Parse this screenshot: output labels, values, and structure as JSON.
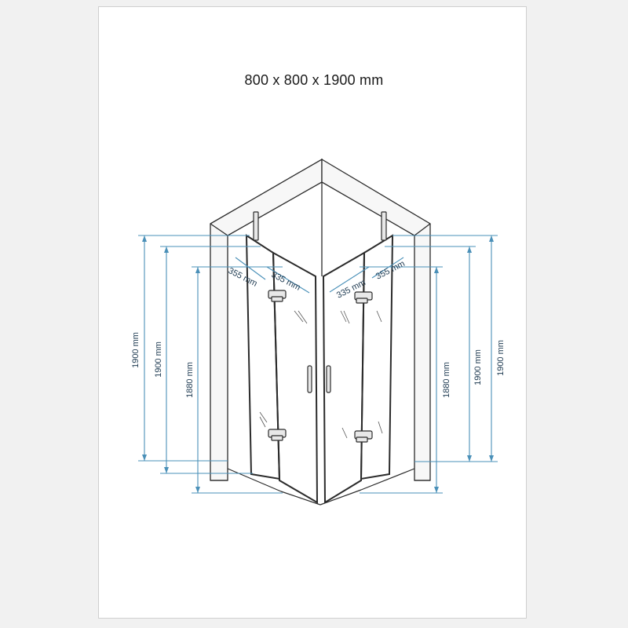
{
  "title": "800 x 800 x 1900 mm",
  "colors": {
    "sheet": "#ffffff",
    "wall_fill": "#f7f7f7",
    "outline": "#2b2b2b",
    "dimension": "#4a90b8",
    "dimension_text": "#1f3b52"
  },
  "dimensions": {
    "left_outer_height": "1900 mm",
    "left_inner_height": "1900 mm",
    "left_door_height": "1880 mm",
    "right_door_height": "1880 mm",
    "right_inner_height": "1900 mm",
    "right_outer_height": "1900 mm",
    "left_fixed_width": "355 mm",
    "left_door_width": "335 mm",
    "right_door_width": "335 mm",
    "right_fixed_width": "355 mm"
  }
}
